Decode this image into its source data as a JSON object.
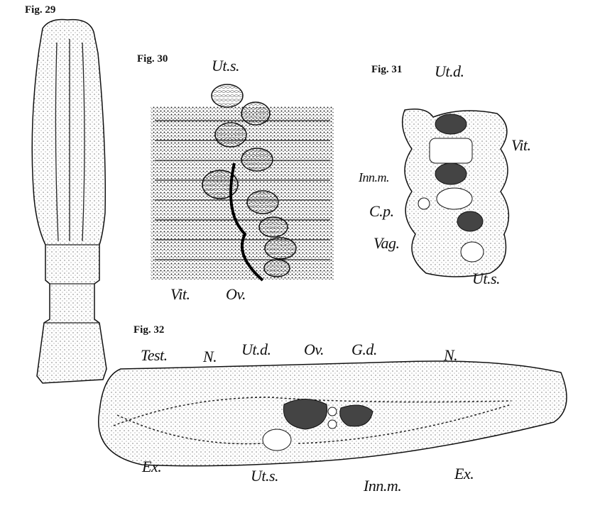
{
  "figures": {
    "fig29": {
      "title": "Fig. 29"
    },
    "fig30": {
      "title": "Fig. 30",
      "labels": {
        "uts": "Ut.s.",
        "vit": "Vit.",
        "ov": "Ov."
      }
    },
    "fig31": {
      "title": "Fig. 31",
      "labels": {
        "utd": "Ut.d.",
        "vit": "Vit.",
        "innm": "Inn.m.",
        "cp": "C.p.",
        "vag": "Vag.",
        "uts": "Ut.s."
      }
    },
    "fig32": {
      "title": "Fig. 32",
      "labels": {
        "test": "Test.",
        "n1": "N.",
        "utd": "Ut.d.",
        "ov": "Ov.",
        "gd": "G.d.",
        "n2": "N.",
        "ex1": "Ex.",
        "uts": "Ut.s.",
        "innm": "Inn.m.",
        "ex2": "Ex."
      }
    }
  }
}
